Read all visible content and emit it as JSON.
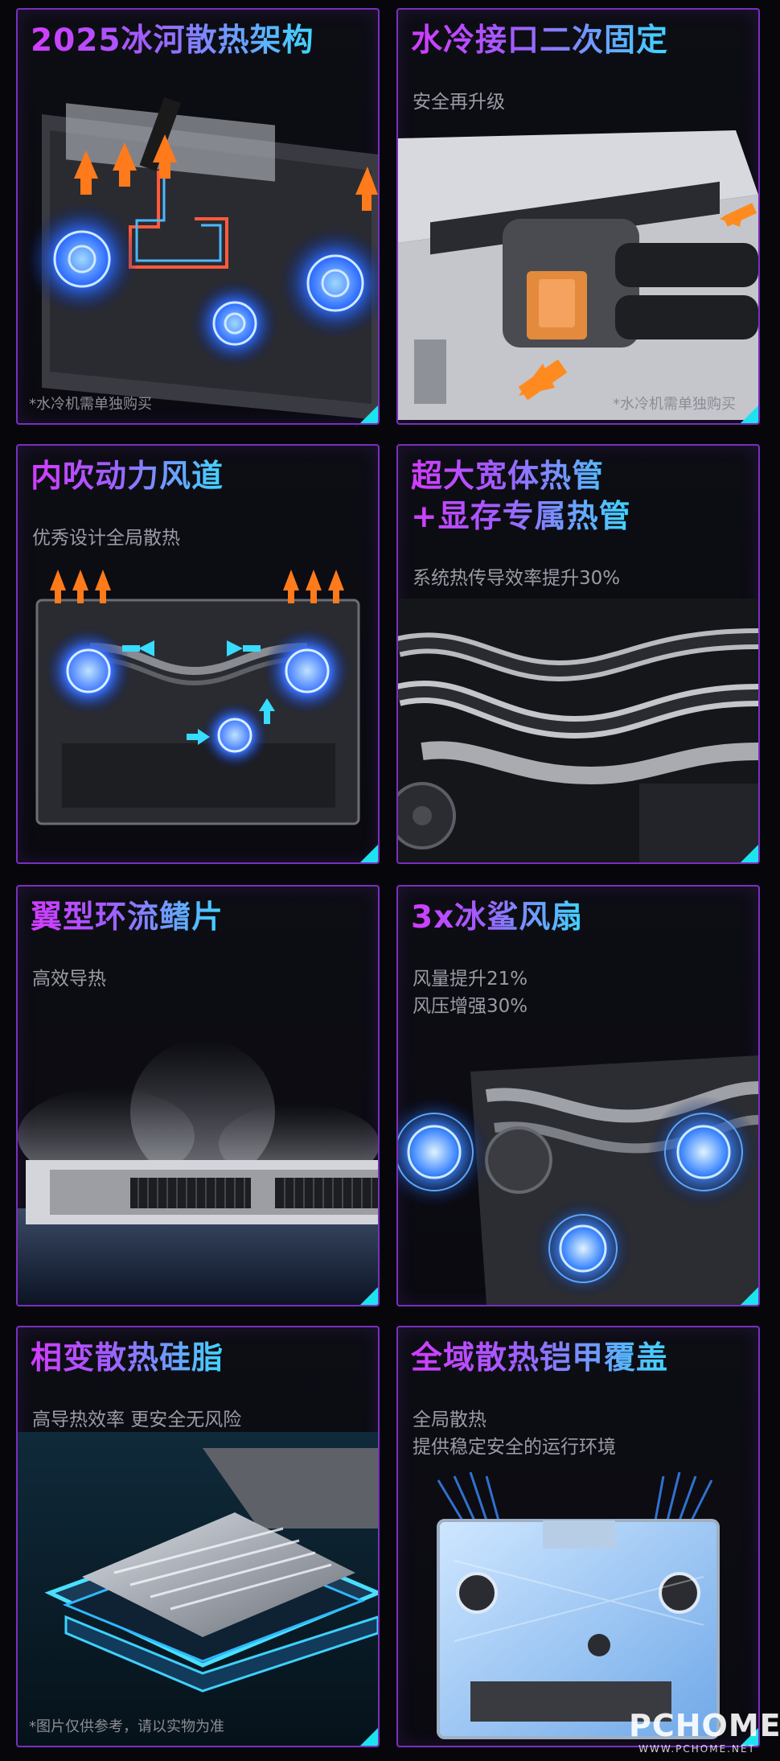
{
  "cards": [
    {
      "title": "2025冰河散热架构",
      "subtitle": "",
      "note": "*水冷机需单独购买"
    },
    {
      "title": "水冷接口二次固定",
      "subtitle": "安全再升级",
      "note": "*水冷机需单独购买"
    },
    {
      "title": "内吹动力风道",
      "subtitle": "优秀设计全局散热",
      "note": ""
    },
    {
      "title": "超大宽体热管\n+显存专属热管",
      "subtitle": "系统热传导效率提升30%",
      "note": ""
    },
    {
      "title": "翼型环流鳍片",
      "subtitle": "高效导热",
      "note": ""
    },
    {
      "title": "3x冰鲨风扇",
      "subtitle": "风量提升21%\n风压增强30%",
      "note": ""
    },
    {
      "title": "相变散热硅脂",
      "subtitle": "高导热效率 更安全无风险",
      "note": "*图片仅供参考，请以实物为准"
    },
    {
      "title": "全域散热铠甲覆盖",
      "subtitle": "全局散热\n提供稳定安全的运行环境",
      "note": ""
    }
  ],
  "watermark": {
    "logo": "PCHOME",
    "url": "WWW.PCHOME.NET"
  },
  "colors": {
    "title_magenta": "#d23cff",
    "title_cyan": "#3fd6ff",
    "border": "#7a2fbf",
    "corner": "#1de3ef",
    "arrow": "#ff7a1a",
    "fan": "#2f7dff"
  }
}
